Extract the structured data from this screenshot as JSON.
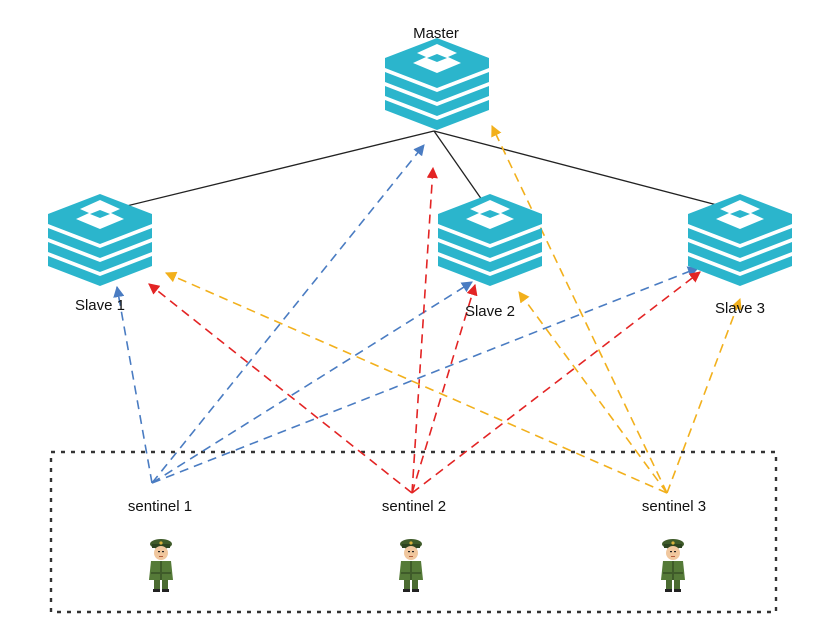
{
  "master": {
    "label": "Master",
    "icon": "redis-server-icon"
  },
  "slaves": [
    {
      "label": "Slave 1",
      "icon": "redis-server-icon"
    },
    {
      "label": "Slave 2",
      "icon": "redis-server-icon"
    },
    {
      "label": "Slave 3",
      "icon": "redis-server-icon"
    }
  ],
  "sentinels": [
    {
      "label": "sentinel 1",
      "icon": "soldier-icon"
    },
    {
      "label": "sentinel 2",
      "icon": "soldier-icon"
    },
    {
      "label": "sentinel 3",
      "icon": "soldier-icon"
    }
  ],
  "colors": {
    "server": "#2BB5CC",
    "master_link": "#222222",
    "sentinel_1": "#4A7CC2",
    "sentinel_2": "#E32424",
    "sentinel_3": "#F2B01C",
    "boundary": "#333333"
  }
}
